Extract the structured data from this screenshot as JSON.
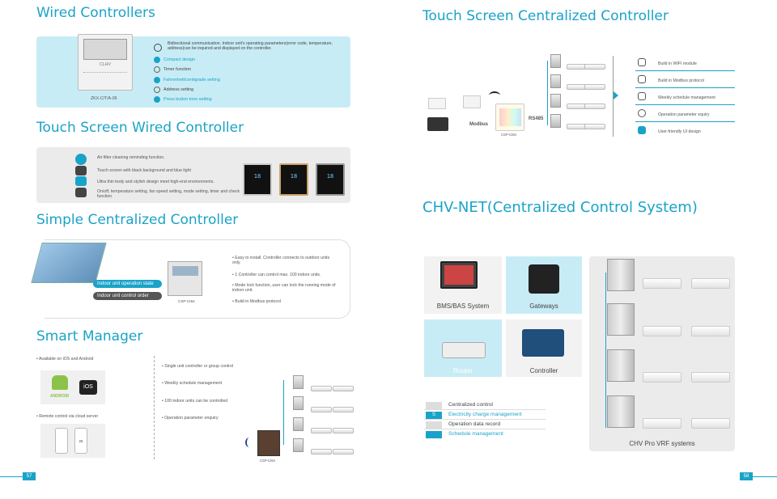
{
  "left": {
    "wired": {
      "title": "Wired Controllers",
      "model": "ZKX-C/T/A-06",
      "brand": "CLHV",
      "desc": "Bidirectional communication. Indoor unit's operating parameters(error code, temperature, address)can be inquired and displayed on the controller.",
      "features": [
        "Compact design",
        "Timer function",
        "Fahrenheit/centigrade setting",
        "Address setting",
        "Press button tone setting"
      ]
    },
    "touch_wired": {
      "title": "Touch Screen Wired Controller",
      "features": [
        "Air filter cleaning reminding function.",
        "Touch screen with black background and blue light",
        "Ultra thin body and stylish design meet high-end environments.",
        "On/off, temperature setting, fan speed setting, mode setting, timer and check function."
      ],
      "panel_display": "18"
    },
    "simple": {
      "title": "Simple Centralized Controller",
      "label1": "Indoor unit operation state",
      "label2": "Indoor unit control order",
      "device_label": "CSP-CI64",
      "features": [
        "Easy to install. Controller connects to outdoor units only.",
        "1 Controller can control max. 100 indoor units.",
        "Mode lock function, user can lock the running mode of indoor unit.",
        "Build in Modbus protocol"
      ]
    },
    "smart": {
      "title": "Smart Manager",
      "left_items": [
        "Available on iOS and Android",
        "Remote control via cloud server"
      ],
      "android_label": "ANDROID",
      "ios_label": "iOS",
      "phone_temp": "26",
      "right_items": [
        "Single unit controller or group control",
        "Weekly schedule management",
        "100 indoor units can be controlled",
        "Operation parameter enquiry"
      ],
      "device_label": "CSP-CI64"
    },
    "page_number": "57"
  },
  "right": {
    "touch_central": {
      "title": "Touch Screen Centralized Controller",
      "modbus": "Modbus",
      "rs485": "RS485",
      "device_label": "CSP-CI64",
      "features": [
        "Build in WIFI module",
        "Build in Modbus protocol",
        "Weekly schedule management",
        "Operation parameter equiry",
        "User-friendly UI design"
      ]
    },
    "chvnet": {
      "title": "CHV-NET(Centralized Control System)",
      "tiles": [
        "BMS/BAS System",
        "Gateways",
        "Router",
        "Controller"
      ],
      "legend": [
        "Centralized control",
        "Electricity charge management",
        "Operation data record",
        "Schedule management"
      ],
      "legend_icon_s": "S",
      "systems_label": "CHV Pro VRF systems"
    },
    "page_number": "58"
  },
  "colors": {
    "accent": "#1aa3c8",
    "panel_bg": "#c8ecf5",
    "grey_bg": "#ebebeb"
  }
}
